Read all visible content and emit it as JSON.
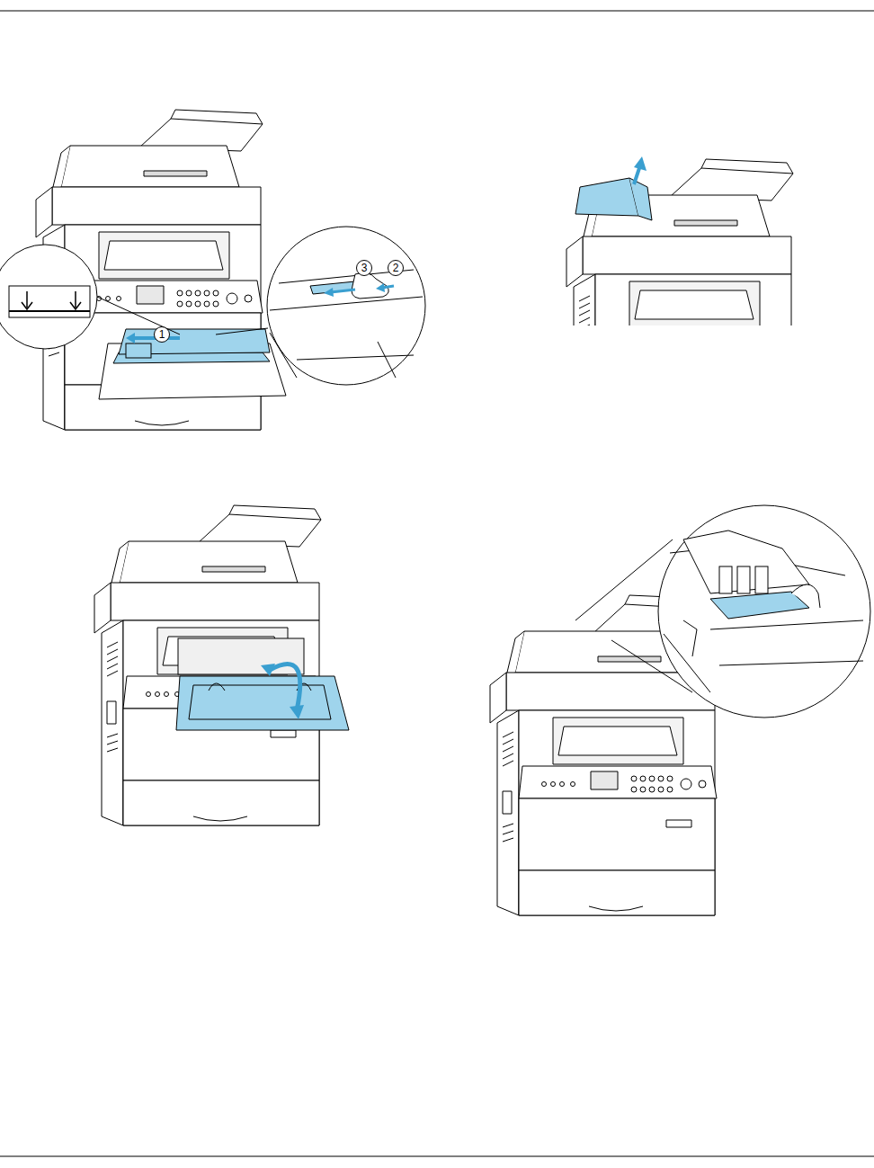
{
  "diagram": {
    "labels": [
      "1",
      "3",
      "2"
    ]
  }
}
